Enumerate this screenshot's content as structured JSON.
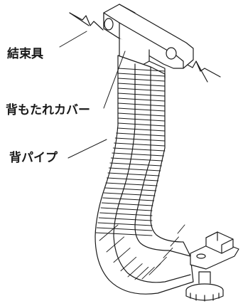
{
  "diagram": {
    "labels": {
      "cable_tie": "結束具",
      "backrest_cover": "背もたれカバー",
      "back_pipe": "背パイプ"
    }
  },
  "colors": {
    "line": "#1a1a1a",
    "fill": "#ffffff"
  }
}
